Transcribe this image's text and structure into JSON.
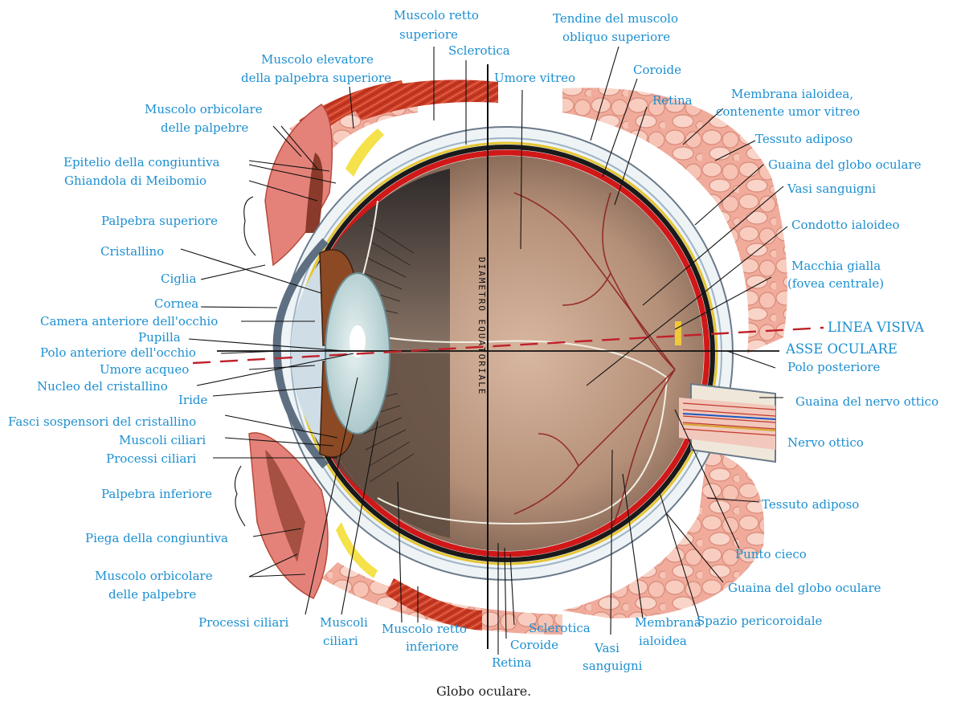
{
  "caption": "Globo oculare.",
  "equatorial_label": "DIAMETRO EQUATORIALE",
  "axis_labels": {
    "visual_line": "LINEA VISIVA",
    "ocular_axis": "ASSE OCULARE"
  },
  "colors": {
    "label_blue": "#1c8fd0",
    "sclera": "#e8eef2",
    "retina": "#d01818",
    "choroid": "#1a1a1a",
    "adipose": "#f2b3a4",
    "muscle": "#c8301e",
    "visual_line": "#c0202a",
    "vitreous": "#c9a98e"
  },
  "labels": {
    "muscolo_retto_superiore_1": "Muscolo retto",
    "muscolo_retto_superiore_2": "superiore",
    "sclerotica_top": "Sclerotica",
    "umore_vitreo": "Umore vitreo",
    "tendine_1": "Tendine del muscolo",
    "tendine_2": "obliquo superiore",
    "coroide_top": "Coroide",
    "retina_top": "Retina",
    "elevatore_1": "Muscolo elevatore",
    "elevatore_2": "della palpebra superiore",
    "membrana_ialoidea_1": "Membrana ialoidea,",
    "membrana_ialoidea_2": "contenente umor vitreo",
    "orbicolare_sup_1": "Muscolo orbicolare",
    "orbicolare_sup_2": "delle palpebre",
    "tessuto_adiposo_top": "Tessuto adiposo",
    "epitelio": "Epitelio della congiuntiva",
    "guaina_globo_top": "Guaina del globo oculare",
    "meibomio": "Ghiandola di Meibomio",
    "vasi_sanguigni_top": "Vasi sanguigni",
    "palpebra_superiore": "Palpebra superiore",
    "condotto_ialoideo": "Condotto ialoideo",
    "cristallino": "Cristallino",
    "macchia_1": "Macchia gialla",
    "macchia_2": "(fovea centrale)",
    "ciglia": "Ciglia",
    "cornea": "Cornea",
    "camera_anteriore": "Camera anteriore dell'occhio",
    "pupilla": "Pupilla",
    "polo_anteriore": "Polo anteriore dell'occhio",
    "polo_posteriore": "Polo posteriore",
    "umore_acqueo": "Umore acqueo",
    "nucleo_cristallino": "Nucleo del cristallino",
    "iride": "Iride",
    "guaina_nervo": "Guaina del nervo ottico",
    "fasci_sospensori": "Fasci sospensori del cristallino",
    "muscoli_ciliari_left": "Muscoli ciliari",
    "nervo_ottico": "Nervo ottico",
    "processi_ciliari_left": "Processi ciliari",
    "palpebra_inferiore": "Palpebra inferiore",
    "tessuto_adiposo_bottom": "Tessuto adiposo",
    "piega_congiuntiva": "Piega della congiuntiva",
    "punto_cieco": "Punto cieco",
    "orbicolare_inf_1": "Muscolo orbicolare",
    "orbicolare_inf_2": "delle palpebre",
    "guaina_globo_bottom": "Guaina del globo oculare",
    "spazio_pericoroidale": "Spazio pericoroidale",
    "processi_ciliari_bottom": "Processi ciliari",
    "muscoli_ciliari_bottom_1": "Muscoli",
    "muscoli_ciliari_bottom_2": "ciliari",
    "retto_inferiore_1": "Muscolo retto",
    "retto_inferiore_2": "inferiore",
    "sclerotica_bottom": "Sclerotica",
    "coroide_bottom": "Coroide",
    "retina_bottom": "Retina",
    "vasi_bottom_1": "Vasi",
    "vasi_bottom_2": "sanguigni",
    "membrana_bottom_1": "Membrana",
    "membrana_bottom_2": "ialoidea"
  }
}
